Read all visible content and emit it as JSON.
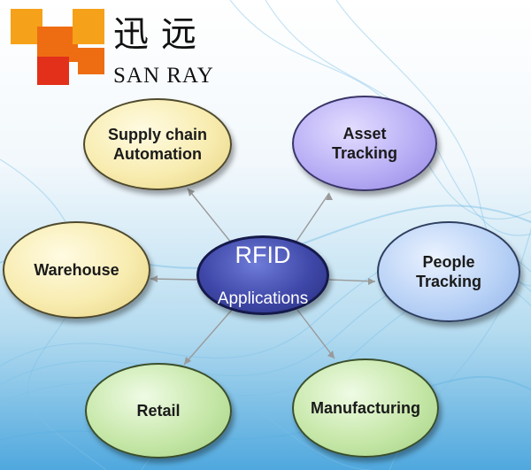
{
  "logo": {
    "chinese": "迅远",
    "english": "SAN RAY",
    "colors": [
      "#f6a11a",
      "#ee6d12",
      "#e2301a"
    ]
  },
  "diagram": {
    "center": {
      "line1": "RFID",
      "line2": "Applications",
      "color": "#3f48a8"
    },
    "nodes": [
      {
        "id": "supply",
        "label": "Supply chain\nAutomation",
        "color": "#f8ecb0"
      },
      {
        "id": "asset",
        "label": "Asset\nTracking",
        "color": "#b8aef5"
      },
      {
        "id": "warehouse",
        "label": "Warehouse",
        "color": "#f8ecb0"
      },
      {
        "id": "people",
        "label": "People\nTracking",
        "color": "#b9d2f6"
      },
      {
        "id": "retail",
        "label": "Retail",
        "color": "#c6e7a8"
      },
      {
        "id": "manufacturing",
        "label": "Manufacturing",
        "color": "#c6e7a8"
      }
    ]
  }
}
